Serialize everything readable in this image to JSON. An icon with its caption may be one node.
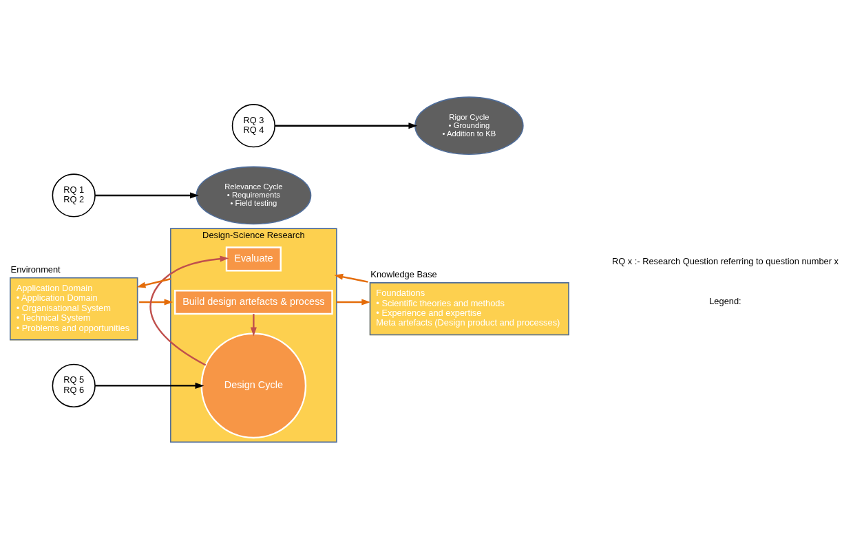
{
  "diagram": {
    "nodes": [
      {
        "text": [
          "Environment",
          "Application Domain",
          "• Application Domain",
          "• Organisational System",
          "• Technical System",
          "• Problems and opportunities"
        ]
      },
      {
        "text": [
          "Design-Science Research"
        ]
      },
      {
        "text": [
          "Build design artefacts & process"
        ],
        "in": 1
      },
      {
        "text": [
          "Design Cycle"
        ],
        "in": 1
      },
      {
        "text": [
          "Evaluate"
        ],
        "in": 1
      },
      {
        "text": [
          "Knowledge Base",
          "Foundations",
          "• Scientific theories and methods",
          "• Experience and expertise",
          "Meta artefacts (Design product and processes)"
        ]
      },
      {
        "text": [
          "Relevance Cycle",
          "• Requirements",
          "• Field testing"
        ]
      },
      {
        "text": [
          "Rigor Cycle",
          "• Grounding",
          "• Addition to KB"
        ]
      },
      {
        "text": [
          "RQ 1",
          "RQ 2"
        ]
      },
      {
        "text": [
          "RQ 3",
          "RQ 4"
        ]
      },
      {
        "text": [
          "RQ 5",
          "RQ 6"
        ]
      }
    ],
    "edges": [
      {
        "from": 0,
        "to": 1,
        "arrow": "to",
        "color": "#e46c0a"
      },
      {
        "from": 1,
        "to": 0,
        "arrow": "to",
        "color": "#e46c0a"
      },
      {
        "from": 1,
        "to": 5,
        "arrow": "to",
        "color": "#e46c0a"
      },
      {
        "from": 5,
        "to": 1,
        "arrow": "to",
        "color": "#e46c0a"
      },
      {
        "from": 2,
        "to": 3,
        "arrow": "to",
        "color": "#c0504d"
      },
      {
        "from": 3,
        "to": 4,
        "arrow": "to",
        "color": "#c0504d"
      },
      {
        "from": 8,
        "to": 6,
        "arrow": "to",
        "color": "#000000"
      },
      {
        "from": 9,
        "to": 7,
        "arrow": "to",
        "color": "#000000"
      },
      {
        "from": 10,
        "to": 3,
        "arrow": "to",
        "color": "#000000"
      }
    ],
    "labels": [
      "Legend:",
      "RQ x :- Research Question referring to question number x"
    ]
  }
}
